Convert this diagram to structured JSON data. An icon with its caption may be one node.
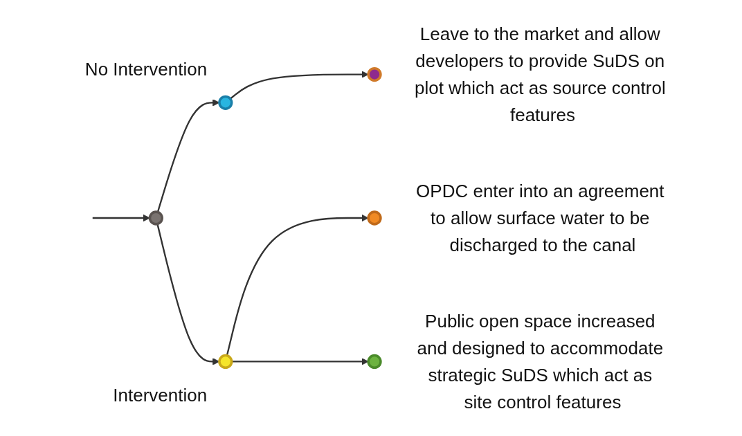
{
  "diagram": {
    "nodes": [
      {
        "text": [],
        "shape": "circle"
      },
      {
        "text": [],
        "shape": "circle",
        "beside": [
          "No Intervention"
        ]
      },
      {
        "text": [],
        "shape": "circle",
        "beside": [
          "Intervention"
        ]
      },
      {
        "text": [],
        "shape": "circle",
        "beside": [
          "Leave to the market and allow developers to provide SuDS on plot which act as source control features"
        ]
      },
      {
        "text": [],
        "shape": "circle",
        "beside": [
          "OPDC enter into an agreement to allow surface water to be discharged to the canal"
        ]
      },
      {
        "text": [],
        "shape": "circle",
        "beside": [
          "Public open space increased and designed to accommodate strategic SuDS which act as site control features"
        ]
      }
    ],
    "edges": [
      {
        "from": null,
        "to": 0,
        "arrow": "to"
      },
      {
        "from": 0,
        "to": 1,
        "arrow": "to"
      },
      {
        "from": 0,
        "to": 2,
        "arrow": "to"
      },
      {
        "from": 1,
        "to": 3,
        "arrow": "to"
      },
      {
        "from": 2,
        "to": 4,
        "arrow": "to"
      },
      {
        "from": 2,
        "to": 5,
        "arrow": "to"
      }
    ]
  }
}
